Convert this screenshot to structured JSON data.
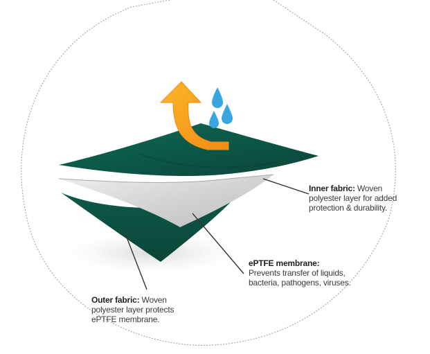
{
  "colors": {
    "fabric_green": "#0e5c4b",
    "fabric_green_dark": "#0a4538",
    "membrane_grey": "#d8d8d8",
    "arrow_orange": "#f7a21b",
    "water_blue": "#3aa6e0",
    "leader_line": "#333333",
    "circle_outline": "#9a9a9a"
  },
  "icons": {
    "vapor_arrow": "curved-up-arrow-icon",
    "water_drops": "water-drop-icon"
  },
  "callouts": {
    "inner": {
      "title": "Inner fabric:",
      "text_1": " Woven",
      "text_2": "polyester layer for added",
      "text_3": "protection & durability."
    },
    "membrane": {
      "title": "ePTFE membrane:",
      "text_1": "Prevents transfer of liquids,",
      "text_2": "bacteria, pathogens, viruses."
    },
    "outer": {
      "title": "Outer fabric:",
      "text_1": " Woven",
      "text_2": "polyester layer protects",
      "text_3": "ePTFE membrane."
    }
  }
}
